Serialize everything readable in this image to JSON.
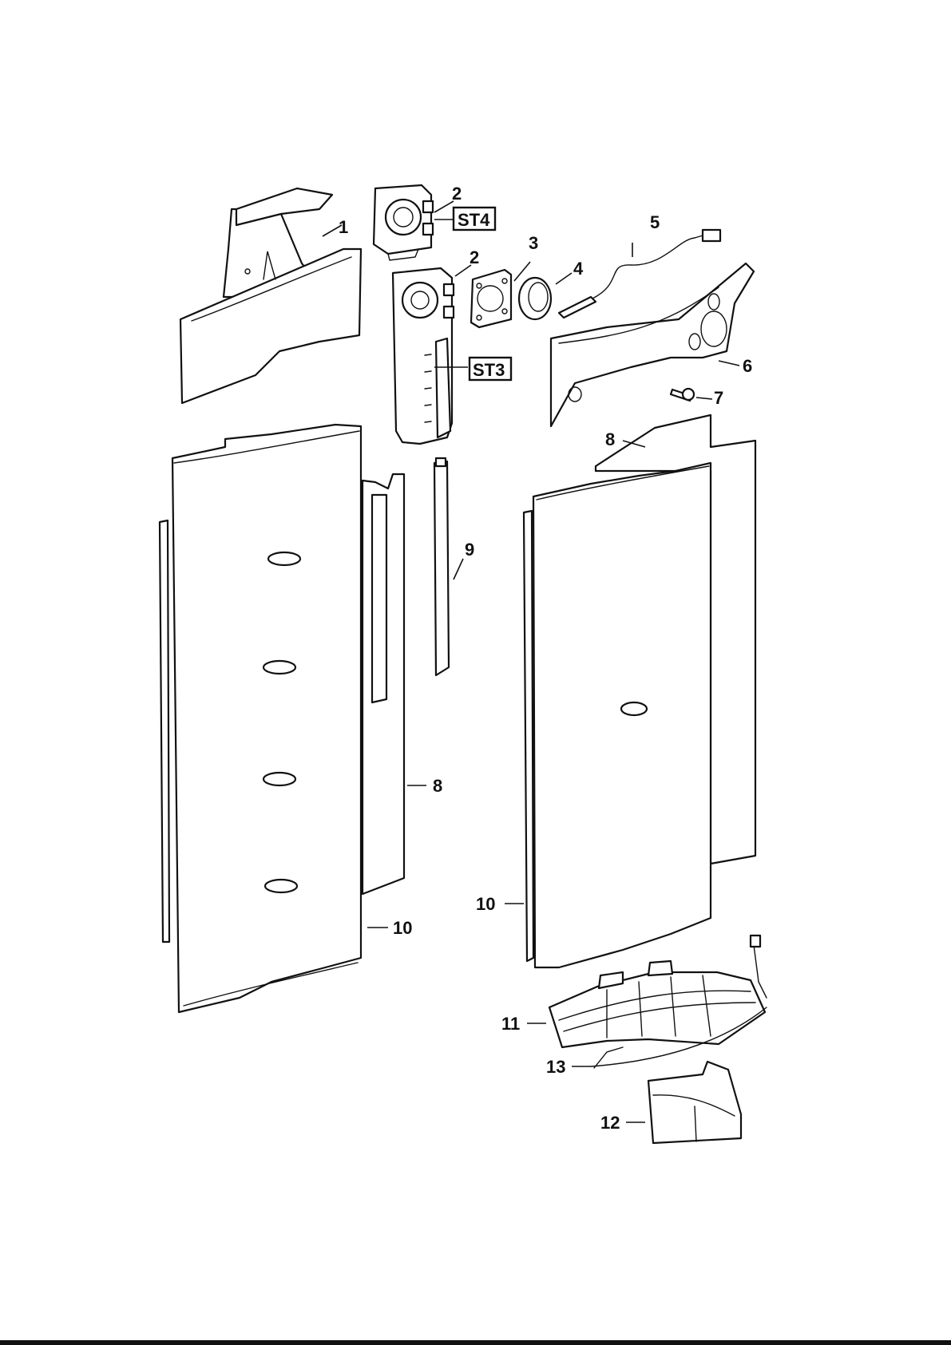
{
  "diagram": {
    "callouts": [
      {
        "id": "c1",
        "label": "1"
      },
      {
        "id": "c2a",
        "label": "2"
      },
      {
        "id": "c2b",
        "label": "2"
      },
      {
        "id": "c3",
        "label": "3"
      },
      {
        "id": "c4",
        "label": "4"
      },
      {
        "id": "c5",
        "label": "5"
      },
      {
        "id": "c6",
        "label": "6"
      },
      {
        "id": "c7",
        "label": "7"
      },
      {
        "id": "c8a",
        "label": "8"
      },
      {
        "id": "c8b",
        "label": "8"
      },
      {
        "id": "c9",
        "label": "9"
      },
      {
        "id": "c10a",
        "label": "10"
      },
      {
        "id": "c10b",
        "label": "10"
      },
      {
        "id": "c11",
        "label": "11"
      },
      {
        "id": "c12",
        "label": "12"
      },
      {
        "id": "c13",
        "label": "13"
      }
    ],
    "references": [
      {
        "id": "r1",
        "label": "ST4"
      },
      {
        "id": "r2",
        "label": "ST3"
      }
    ]
  }
}
